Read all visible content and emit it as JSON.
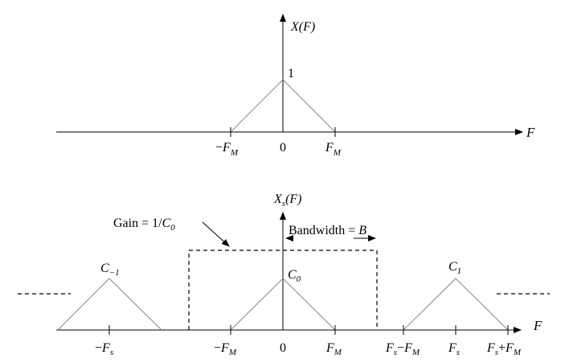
{
  "top_plot": {
    "y_axis_label": {
      "main": "X",
      "rest": "(F)"
    },
    "x_axis_label": "F",
    "peak_label": "1",
    "ticks": [
      {
        "sign": "−",
        "main": "F",
        "sub": "M"
      },
      {
        "sign": "",
        "main": "0",
        "sub": ""
      },
      {
        "sign": "",
        "main": "F",
        "sub": "M"
      }
    ]
  },
  "bottom_plot": {
    "y_axis_label": {
      "main": "X",
      "sub": "s",
      "rest": "(F)"
    },
    "x_axis_label": "F",
    "gain_label": {
      "prefix": "Gain = 1/",
      "main": "C",
      "sub": "0"
    },
    "bandwidth_label": {
      "prefix": "Bandwidth = ",
      "main": "B"
    },
    "peaks": [
      {
        "main": "C",
        "sub": "−1"
      },
      {
        "main": "C",
        "sub": "0"
      },
      {
        "main": "C",
        "sub": "1"
      }
    ],
    "ticks": [
      {
        "sign": "−",
        "main": "F",
        "sub": "s"
      },
      {
        "sign": "−",
        "main": "F",
        "sub": "M"
      },
      {
        "sign": "",
        "main": "0",
        "sub": ""
      },
      {
        "sign": "",
        "main": "F",
        "sub": "M"
      },
      {
        "parts": [
          {
            "main": "F",
            "sub": "s"
          },
          {
            "op": "−"
          },
          {
            "main": "F",
            "sub": "M"
          }
        ]
      },
      {
        "sign": "",
        "main": "F",
        "sub": "s"
      },
      {
        "parts": [
          {
            "main": "F",
            "sub": "s"
          },
          {
            "op": "+"
          },
          {
            "main": "F",
            "sub": "M"
          }
        ]
      }
    ]
  }
}
